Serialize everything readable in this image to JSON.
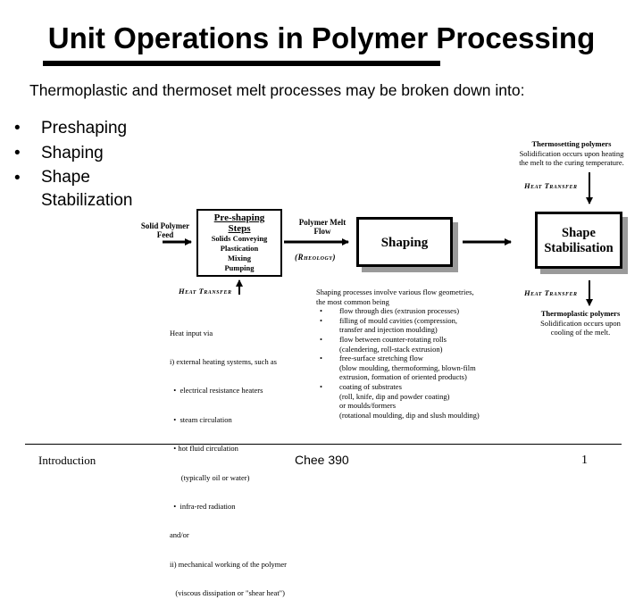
{
  "title": "Unit Operations in Polymer Processing",
  "subtitle": "Thermoplastic and thermoset melt processes may be broken down into:",
  "bullets": [
    "Preshaping",
    "Shaping",
    "Shape Stabilization"
  ],
  "bullet_symbol": "•",
  "diagram": {
    "solid_feed": [
      "Solid Polymer",
      "Feed"
    ],
    "preshaping": {
      "title": [
        "Pre-shaping",
        "Steps"
      ],
      "items": [
        "Solids Conveying",
        "Plastication",
        "Mixing",
        "Pumping"
      ]
    },
    "melt_flow": [
      "Polymer Melt",
      "Flow"
    ],
    "rheology": "(Rheology)",
    "shaping": "Shaping",
    "stabilisation": [
      "Shape",
      "Stabilisation"
    ],
    "thermosetting": {
      "title": "Thermosetting polymers",
      "text": [
        "Solidification occurs upon heating",
        "the melt to the curing temperature."
      ]
    },
    "heat_transfer_label": "Heat Transfer",
    "thermoplastic": {
      "title": "Thermoplastic polymers",
      "text": [
        "Solidification occurs upon",
        "cooling of the melt."
      ]
    },
    "heat_input": [
      "Heat input via",
      "i) external heating systems, such as",
      "  •  electrical resistance heaters",
      "  •  steam circulation",
      "  • hot fluid circulation",
      "      (typically oil or water)",
      "  •  infra-red radiation",
      "and/or",
      "ii) mechanical working of the polymer",
      "   (viscous dissipation or \"shear heat\")"
    ],
    "shaping_processes": {
      "intro": [
        "Shaping processes involve various flow geometries,",
        "the most common being"
      ],
      "items": [
        [
          "flow through dies (extrusion processes)"
        ],
        [
          "filling of mould cavities (compression,",
          "transfer and injection moulding)"
        ],
        [
          "flow between counter-rotating rolls",
          "(calendering, roll-stack extrusion)"
        ],
        [
          "free-surface stretching flow",
          "(blow moulding, thermoforming, blown-film",
          "extrusion, formation of oriented products)"
        ],
        [
          "coating of substrates",
          "(roll, knife, dip and powder coating)",
          "or moulds/formers",
          "(rotational moulding, dip and slush moulding)"
        ]
      ]
    }
  },
  "footer": {
    "left": "Introduction",
    "center": "Chee 390",
    "right": "1"
  }
}
